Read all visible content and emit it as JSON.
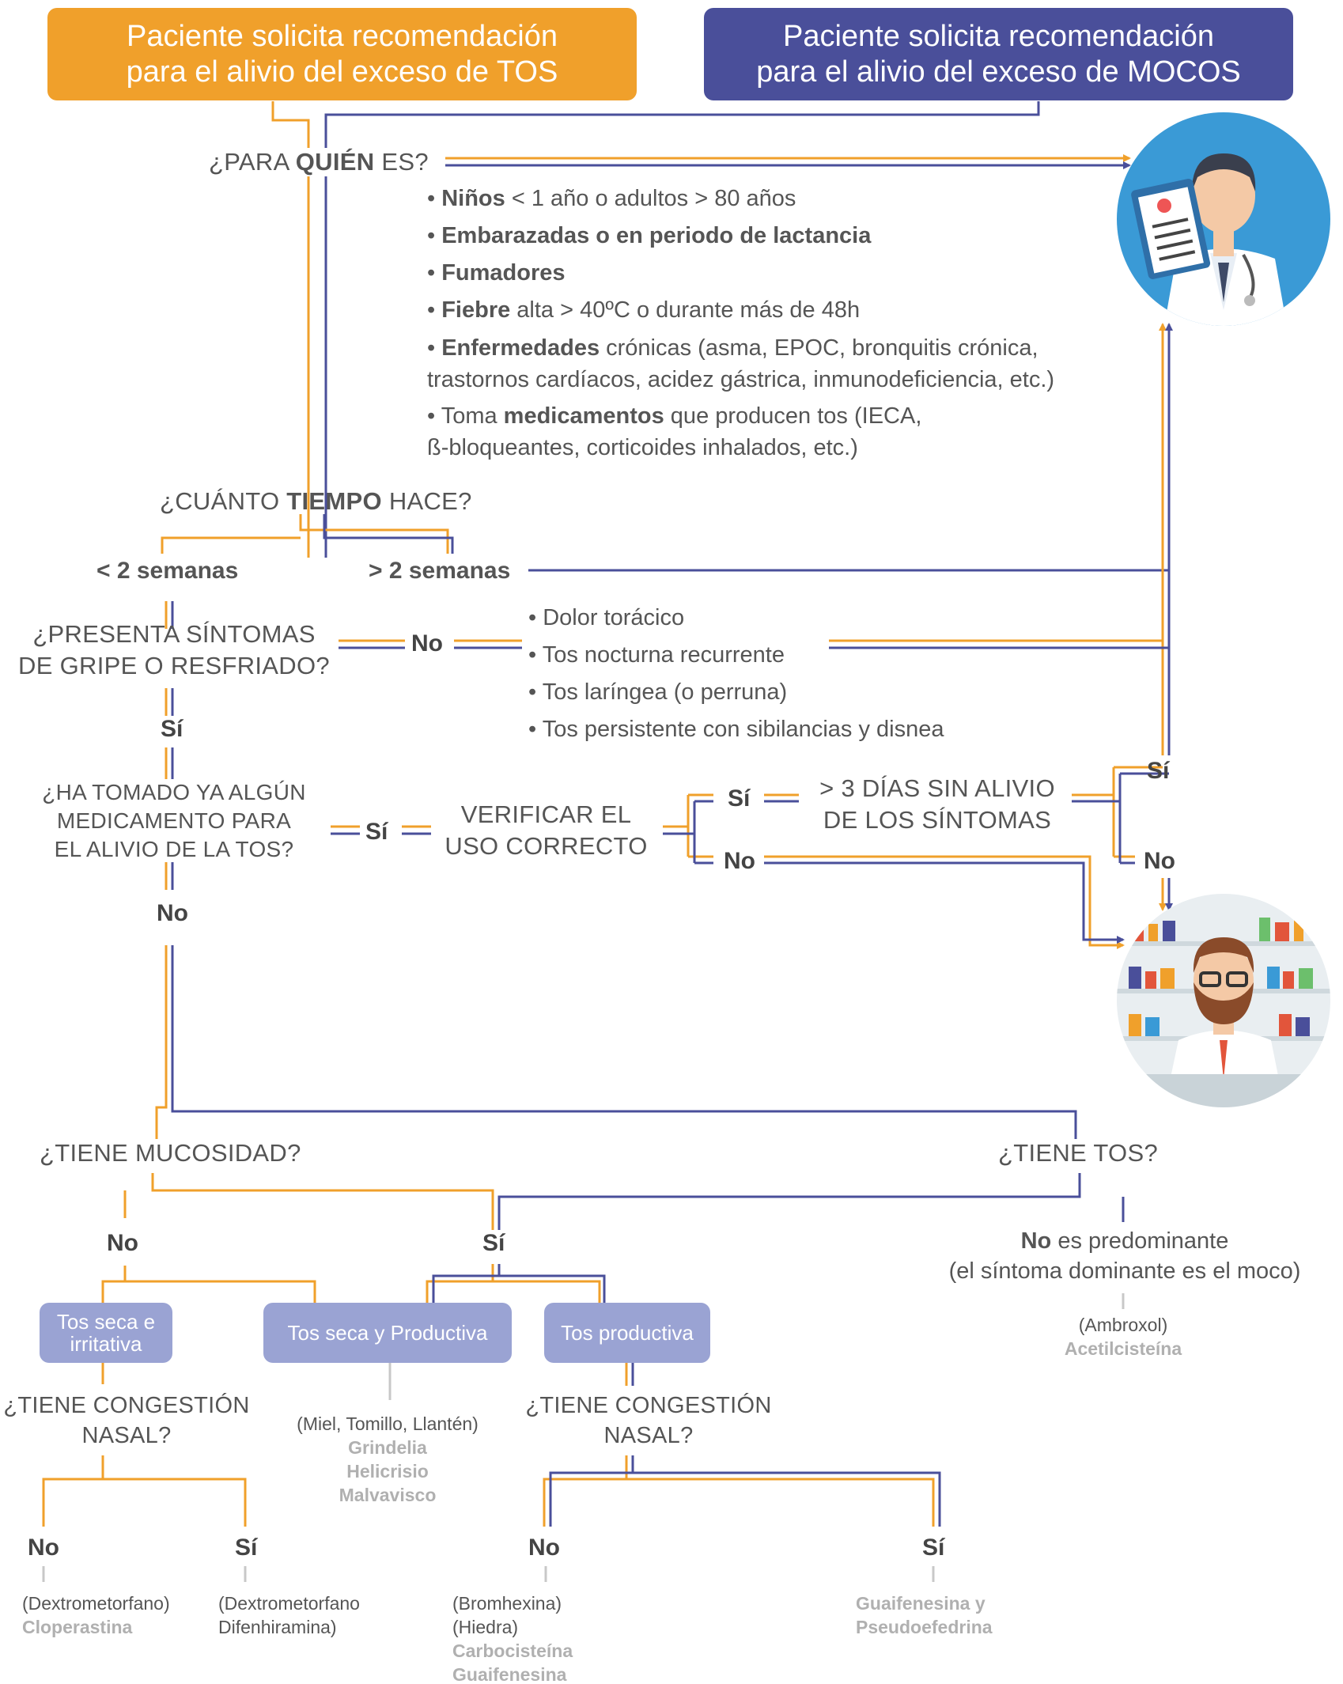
{
  "colors": {
    "orange": "#f0a02b",
    "blue": "#4a4f9a",
    "pill": "#9aa3d3",
    "grey_text": "#b0b0b0"
  },
  "headers": {
    "tos": [
      "Paciente solicita recomendación",
      "para el alivio del exceso de TOS"
    ],
    "mocos": [
      "Paciente solicita recomendación",
      "para el alivio del exceso de MOCOS"
    ]
  },
  "q_quien": {
    "pre": "¿PARA ",
    "bold": "QUIÉN",
    "post": " ES?"
  },
  "risk_list": {
    "l1": {
      "bold": "Niños",
      "rest": " < 1 año o adultos > 80 años"
    },
    "l2": {
      "bold": "Embarazadas o en periodo de lactancia"
    },
    "l3": {
      "bold": "Fumadores"
    },
    "l4": {
      "bold": "Fiebre",
      "rest": " alta > 40ºC o durante más de 48h"
    },
    "l5": {
      "bold": "Enfermedades",
      "rest": " crónicas (asma, EPOC, bronquitis crónica,",
      "cont": "trastornos cardíacos, acidez gástrica, inmunodeficiencia, etc.)"
    },
    "l6": {
      "pre": "Toma ",
      "bold": "medicamentos",
      "rest": " que producen tos (IECA,",
      "cont": "ß-bloqueantes, corticoides inhalados, etc.)"
    }
  },
  "q_tiempo": {
    "pre": "¿CUÁNTO ",
    "bold": "TIEMPO",
    "post": " HACE?"
  },
  "lt2": "< 2 semanas",
  "gt2": "> 2 semanas",
  "q_gripe": [
    "¿PRESENTA SÍNTOMAS",
    "DE GRIPE O RESFRIADO?"
  ],
  "symptoms": [
    "Dolor torácico",
    "Tos nocturna recurrente",
    "Tos laríngea (o perruna)",
    "Tos persistente con sibilancias y disnea"
  ],
  "q_medicamento": [
    "¿HA TOMADO YA ALGÚN",
    "MEDICAMENTO PARA",
    "EL ALIVIO DE LA TOS?"
  ],
  "verificar": [
    "VERIFICAR EL",
    "USO CORRECTO"
  ],
  "dias": [
    "> 3 DÍAS SIN ALIVIO",
    "DE LOS SÍNTOMAS"
  ],
  "q_mucosidad": "¿TIENE MUCOSIDAD?",
  "q_tos": "¿TIENE TOS?",
  "no_predominante": {
    "bold": "No",
    "rest": " es predominante",
    "line2": "(el síntoma dominante es el moco)"
  },
  "pills": {
    "seca": [
      "Tos seca e",
      "irritativa"
    ],
    "seca_prod": "Tos seca y Productiva",
    "productiva": "Tos productiva"
  },
  "q_congestion": [
    "¿TIENE CONGESTIÓN",
    "NASAL?"
  ],
  "labels": {
    "si": "Sí",
    "no": "No"
  },
  "drugs": {
    "mucolytic": {
      "dark": "(Ambroxol)",
      "grey": "Acetilcisteína"
    },
    "plants": {
      "dark": "(Miel, Tomillo, Llantén)",
      "grey": [
        "Grindelia",
        "Helicrisio",
        "Malvavisco"
      ]
    },
    "seca_no": {
      "dark": "(Dextrometorfano)",
      "grey": "Cloperastina"
    },
    "seca_si": {
      "dark": [
        "(Dextrometorfano",
        "Difenhiramina)"
      ]
    },
    "prod_no": {
      "dark": [
        "(Bromhexina)",
        "(Hiedra)"
      ],
      "grey": [
        "Carbocisteína",
        "Guaifenesina"
      ]
    },
    "prod_si": {
      "grey": [
        "Guaifenesina y",
        "Pseudoefedrina"
      ]
    }
  },
  "icons": {
    "doctor": "doctor-icon",
    "pharmacist": "pharmacist-icon"
  }
}
